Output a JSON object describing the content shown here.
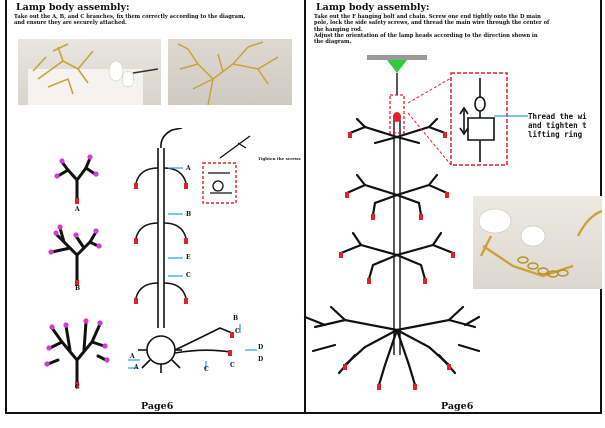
{
  "left": {
    "heading": "Lamp body assembly:",
    "instructions": "Take out the A, B, and C branches, fix them correctly according to the diagram,\nand ensure they are securely attached.",
    "branch_labels": [
      "A",
      "B",
      "C"
    ],
    "diagram_labels": {
      "a1": "A",
      "b1": "B",
      "e1": "E",
      "c1": "C",
      "b2": "B",
      "c2": "C",
      "d1": "D",
      "a2": "A",
      "a3": "A",
      "c3": "C",
      "c4": "C",
      "d2": "D"
    },
    "tighten_note": "Tighten the screws",
    "page": "Page6"
  },
  "right": {
    "heading": "Lamp body assembly:",
    "instructions": "Take out the F hanging bolt and chain. Screw one end tightly onto the D main\npole, lock the side safety screws, and thread the main wire through the center of\nthe hanging rod.\nAdjust the orientation of the lamp heads according to the direction shown in\nthe diagram.",
    "callout": "Thread the wi\nand tighten t\nlifting ring",
    "page": "Page6"
  },
  "colors": {
    "accent_red": "#e0202a",
    "gold": "#c9a23a",
    "magenta": "#d63ad6",
    "arrow_blue": "#2a9fd6",
    "green": "#2ecc40"
  }
}
